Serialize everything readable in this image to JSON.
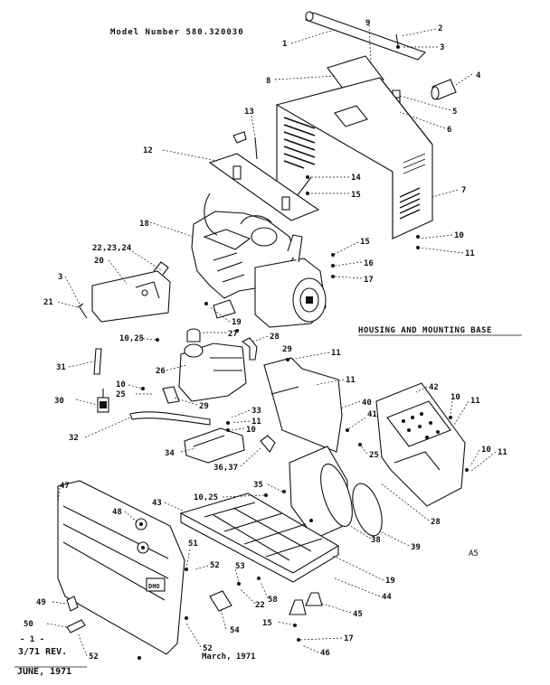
{
  "header": {
    "model_number": "Model Number 580.320030"
  },
  "section_title": "HOUSING AND MOUNTING BASE",
  "corner_tag": "A5",
  "footer": {
    "page_number": "- 1 -",
    "revision": "3/71 REV.",
    "revision_date": "JUNE, 1971",
    "issue_date": "March, 1971"
  },
  "callouts": [
    {
      "id": "c1",
      "text": "1"
    },
    {
      "id": "c2",
      "text": "2"
    },
    {
      "id": "c3",
      "text": "3"
    },
    {
      "id": "c4",
      "text": "4"
    },
    {
      "id": "c5",
      "text": "5"
    },
    {
      "id": "c6",
      "text": "6"
    },
    {
      "id": "c7",
      "text": "7"
    },
    {
      "id": "c8",
      "text": "8"
    },
    {
      "id": "c9",
      "text": "9"
    },
    {
      "id": "c10",
      "text": "10"
    },
    {
      "id": "c11",
      "text": "11"
    },
    {
      "id": "c12",
      "text": "12"
    },
    {
      "id": "c13",
      "text": "13"
    },
    {
      "id": "c14",
      "text": "14"
    },
    {
      "id": "c15",
      "text": "15"
    },
    {
      "id": "c16",
      "text": "15"
    },
    {
      "id": "c17",
      "text": "16"
    },
    {
      "id": "c18",
      "text": "17"
    },
    {
      "id": "c19",
      "text": "18"
    },
    {
      "id": "c20",
      "text": "22,23,24"
    },
    {
      "id": "c21",
      "text": "20"
    },
    {
      "id": "c22",
      "text": "3"
    },
    {
      "id": "c23",
      "text": "21"
    },
    {
      "id": "c24",
      "text": "19"
    },
    {
      "id": "c25",
      "text": "27"
    },
    {
      "id": "c26",
      "text": "28"
    },
    {
      "id": "c27",
      "text": "29"
    },
    {
      "id": "c28",
      "text": "10,25"
    },
    {
      "id": "c29",
      "text": "26"
    },
    {
      "id": "c30",
      "text": "11"
    },
    {
      "id": "c31",
      "text": "11"
    },
    {
      "id": "c32",
      "text": "31"
    },
    {
      "id": "c33",
      "text": "10"
    },
    {
      "id": "c34",
      "text": "25"
    },
    {
      "id": "c35",
      "text": "29"
    },
    {
      "id": "c36",
      "text": "30"
    },
    {
      "id": "c37",
      "text": "33"
    },
    {
      "id": "c38",
      "text": "11"
    },
    {
      "id": "c39",
      "text": "10"
    },
    {
      "id": "c40",
      "text": "32"
    },
    {
      "id": "c41",
      "text": "34"
    },
    {
      "id": "c42",
      "text": "40"
    },
    {
      "id": "c43",
      "text": "41"
    },
    {
      "id": "c44",
      "text": "42"
    },
    {
      "id": "c45",
      "text": "10"
    },
    {
      "id": "c46",
      "text": "11"
    },
    {
      "id": "c47",
      "text": "25"
    },
    {
      "id": "c48",
      "text": "36,37"
    },
    {
      "id": "c49",
      "text": "10"
    },
    {
      "id": "c50",
      "text": "11"
    },
    {
      "id": "c51",
      "text": "35"
    },
    {
      "id": "c52",
      "text": "47"
    },
    {
      "id": "c53",
      "text": "10,25"
    },
    {
      "id": "c54",
      "text": "43"
    },
    {
      "id": "c55",
      "text": "28"
    },
    {
      "id": "c56",
      "text": "48"
    },
    {
      "id": "c57",
      "text": "38"
    },
    {
      "id": "c58",
      "text": "39"
    },
    {
      "id": "c59",
      "text": "51"
    },
    {
      "id": "c60",
      "text": "52"
    },
    {
      "id": "c61",
      "text": "53"
    },
    {
      "id": "c62",
      "text": "19"
    },
    {
      "id": "c63",
      "text": "44"
    },
    {
      "id": "c64",
      "text": "22"
    },
    {
      "id": "c65",
      "text": "58"
    },
    {
      "id": "c66",
      "text": "45"
    },
    {
      "id": "c67",
      "text": "49"
    },
    {
      "id": "c68",
      "text": "54"
    },
    {
      "id": "c69",
      "text": "15"
    },
    {
      "id": "c70",
      "text": "17"
    },
    {
      "id": "c71",
      "text": "50"
    },
    {
      "id": "c72",
      "text": "52"
    },
    {
      "id": "c73",
      "text": "52"
    },
    {
      "id": "c74",
      "text": "46"
    }
  ]
}
